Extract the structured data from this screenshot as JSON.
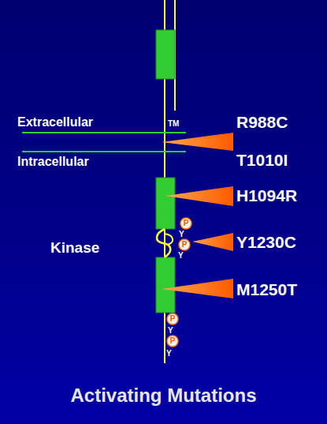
{
  "diagram": {
    "title": "Activating Mutations",
    "nodes": [
      {
        "text": [
          "P"
        ]
      },
      {
        "text": [
          "P"
        ]
      },
      {
        "text": [
          "P"
        ]
      },
      {
        "text": [
          "P"
        ]
      }
    ],
    "labels": [
      "Extracellular",
      "TM",
      "R988C",
      "Intracellular",
      "T1010I",
      "H1094R",
      "Kinase",
      "Y",
      "Y1230C",
      "Y",
      "M1250T",
      "Y",
      "Y"
    ]
  }
}
